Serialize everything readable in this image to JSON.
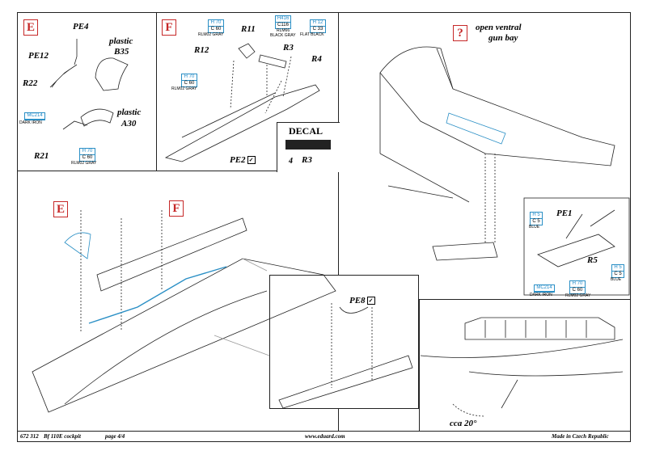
{
  "steps": {
    "e_top": "E",
    "f_top": "F",
    "question": "?",
    "e_main": "E",
    "f_main": "F"
  },
  "panel_e": {
    "pe4": "PE4",
    "pe12": "PE12",
    "r22": "R22",
    "r21": "R21",
    "plastic_b35_1": "plastic",
    "plastic_b35_2": "B35",
    "plastic_a30_1": "plastic",
    "plastic_a30_2": "A30",
    "paint_mc": {
      "code": "MC214",
      "name": "DARK IRON"
    },
    "paint_h70": {
      "code": "H 70",
      "sub": "C 60",
      "name": "RLM02 GRAY"
    }
  },
  "panel_f": {
    "r11": "R11",
    "r12": "R12",
    "r3": "R3",
    "r4": "R4",
    "pe2": "PE2",
    "check": "✓",
    "decal_title": "DECAL",
    "decal_no": "4",
    "decal_r3": "R3",
    "paint_h70a": {
      "code": "H 70",
      "sub": "C 60",
      "name": "RLM02 GRAY"
    },
    "paint_h416": {
      "code": "H416",
      "sub": "C116",
      "name1": "RLM66",
      "name2": "BLACK GRAY"
    },
    "paint_h12": {
      "code": "H 12",
      "sub": "C 33",
      "name": "FLAT BLACK"
    },
    "paint_h70b": {
      "code": "H 70",
      "sub": "C 60",
      "name": "RLM02 GRAY"
    }
  },
  "panel_gun": {
    "caption1": "open ventral",
    "caption2": "gun bay",
    "pe1": "PE1",
    "r5": "R5",
    "paint_h5a": {
      "code": "H 5",
      "sub": "C 5",
      "name": "BLUE"
    },
    "paint_h5b": {
      "code": "H 5",
      "sub": "C 5",
      "name": "BLUE"
    },
    "paint_mc": {
      "code": "MC214",
      "name": "DARK IRON"
    },
    "paint_h70": {
      "code": "H 70",
      "sub": "C 60",
      "name": "RLM02 GRAY"
    }
  },
  "panel_main": {
    "pe8": "PE8",
    "check": "✓"
  },
  "panel_canopy": {
    "angle": "cca 20°"
  },
  "footer": {
    "code": "672 312",
    "title": "Bf 110E cockpit",
    "page": "page 4/4",
    "url": "www.eduard.com",
    "origin": "Made in Czech Republic"
  }
}
